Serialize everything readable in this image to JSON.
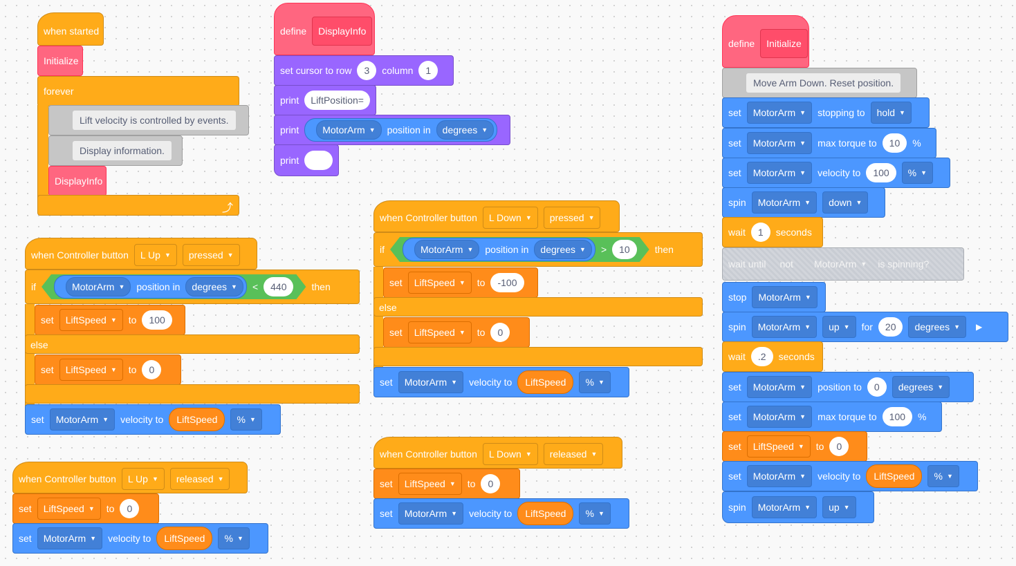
{
  "palette": {
    "events": "#ffab19",
    "control": "#ffab19",
    "motion": "#4c97ff",
    "variables": "#ff8c1a",
    "my_blocks": "#ff6680",
    "looks": "#9966ff",
    "operators": "#59c059",
    "comment": "#c6c6c6"
  },
  "w": {
    "when_started": "when started",
    "initialize": "Initialize",
    "forever": "forever",
    "comment1": "Lift velocity is controlled by events.",
    "comment2": "Display information.",
    "displayinfo": "DisplayInfo"
  },
  "d": {
    "define": "define",
    "name": "DisplayInfo",
    "set_cursor": "set cursor to row",
    "row": "3",
    "column_label": "column",
    "column": "1",
    "print": "print",
    "text1": "LiftPosition=",
    "motor": "MotorArm",
    "position_in": "position in",
    "degrees": "degrees",
    "text2": ""
  },
  "lu": {
    "when_button": "when Controller button",
    "button": "L Up",
    "action": "pressed",
    "if": "if",
    "motor": "MotorArm",
    "position_in": "position in",
    "degrees": "degrees",
    "op": "<",
    "limit": "440",
    "then": "then",
    "set": "set",
    "var": "LiftSpeed",
    "to": "to",
    "val1": "100",
    "else": "else",
    "val2": "0",
    "velocity_to": "velocity to",
    "unit": "%"
  },
  "lur": {
    "when_button": "when Controller button",
    "button": "L Up",
    "action": "released",
    "set": "set",
    "var": "LiftSpeed",
    "to": "to",
    "val": "0",
    "motor": "MotorArm",
    "velocity_to": "velocity to",
    "unit": "%"
  },
  "ld": {
    "when_button": "when Controller button",
    "button": "L Down",
    "action": "pressed",
    "if": "if",
    "motor": "MotorArm",
    "position_in": "position in",
    "degrees": "degrees",
    "op": ">",
    "limit": "10",
    "then": "then",
    "set": "set",
    "var": "LiftSpeed",
    "to": "to",
    "val1": "-100",
    "else": "else",
    "val2": "0",
    "velocity_to": "velocity to",
    "unit": "%"
  },
  "ldr": {
    "when_button": "when Controller button",
    "button": "L Down",
    "action": "released",
    "set": "set",
    "var": "LiftSpeed",
    "to": "to",
    "val": "0",
    "motor": "MotorArm",
    "velocity_to": "velocity to",
    "unit": "%"
  },
  "i": {
    "define": "define",
    "name": "Initialize",
    "comment": "Move Arm Down.  Reset position.",
    "set": "set",
    "spin": "spin",
    "wait": "wait",
    "stop": "stop",
    "motor": "MotorArm",
    "stopping_to": "stopping to",
    "hold": "hold",
    "max_torque_to": "max torque to",
    "torque1": "10",
    "pct": "%",
    "velocity_to": "velocity to",
    "vel1": "100",
    "down": "down",
    "wait1": "1",
    "seconds": "seconds",
    "wait_until": "wait until",
    "not": "not",
    "is_spinning": "is spinning?",
    "up": "up",
    "for": "for",
    "deg_amount": "20",
    "degrees": "degrees",
    "wait2": ".2",
    "position_to": "position to",
    "pos0": "0",
    "torque2": "100",
    "var": "LiftSpeed",
    "to": "to",
    "var_val": "0",
    "play_icon": "play-triangle-icon"
  }
}
